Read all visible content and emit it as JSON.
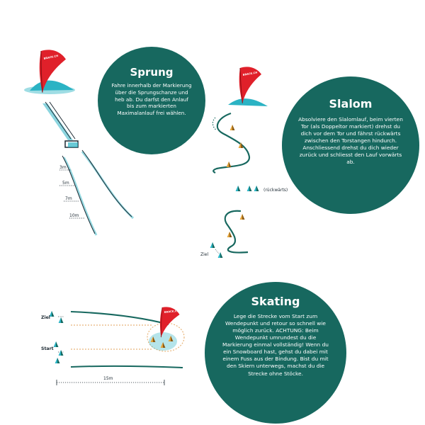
{
  "sprung": {
    "title": "Sprung",
    "text": "Fahre innerhalb der Markierung über die Sprungschanze und heb ab. Du darfst den Anlauf bis zum markierten Maximalanlauf frei wählen.",
    "distances": [
      "3m",
      "5m",
      "7m",
      "10m"
    ]
  },
  "slalom": {
    "title": "Slalom",
    "text": "Absolviere den Slalomlauf, beim vierten Tor (als Doppeltor markiert) drehst du dich vor dem Tor und fährst rückwärts zwischen den Torstangen hindurch. Anschliessend drehst du dich wieder zurück und schliesst den Lauf vorwärts ab.",
    "backwards_label": "(rückwärts)",
    "finish_label": "Ziel"
  },
  "skating": {
    "title": "Skating",
    "text": "Lege die Strecke vom Start zum Wendepunkt und retour so schnell wie möglich zurück. ACHTUNG: Beim Wendepunkt umrundest du die Markierung einmal vollständig! Wenn du ein Snowboard hast, gehst du dabei mit einem Fuss aus der Bindung. Bist du mit den Skiern unterwegs, machst du die Strecke ohne Stöcke.",
    "finish_label": "Ziel",
    "start_label": "Start",
    "distance_label": "15m"
  },
  "flag_text": "BRACK.CH",
  "colors": {
    "circle": "#17685f",
    "flag": "#e0202a",
    "turquoise": "#2bb3c4",
    "cone": "#e2a33a",
    "track": "#17685f",
    "dotted": "#e8b57a"
  }
}
